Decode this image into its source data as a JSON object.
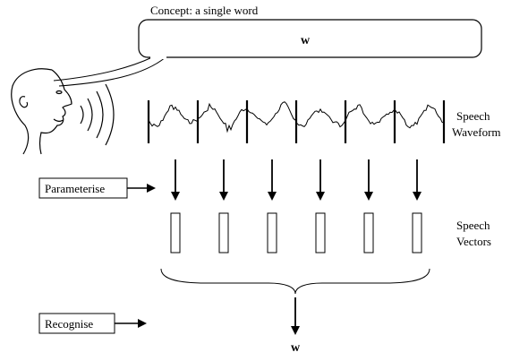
{
  "concept_caption": "Concept: a single word",
  "concept_word": "w",
  "waveform_label": [
    "Speech",
    "Waveform"
  ],
  "vectors_label": [
    "Speech",
    "Vectors"
  ],
  "parameterise_button": "Parameterise",
  "recognise_button": "Recognise",
  "output_word": "w",
  "frame_count": 6
}
